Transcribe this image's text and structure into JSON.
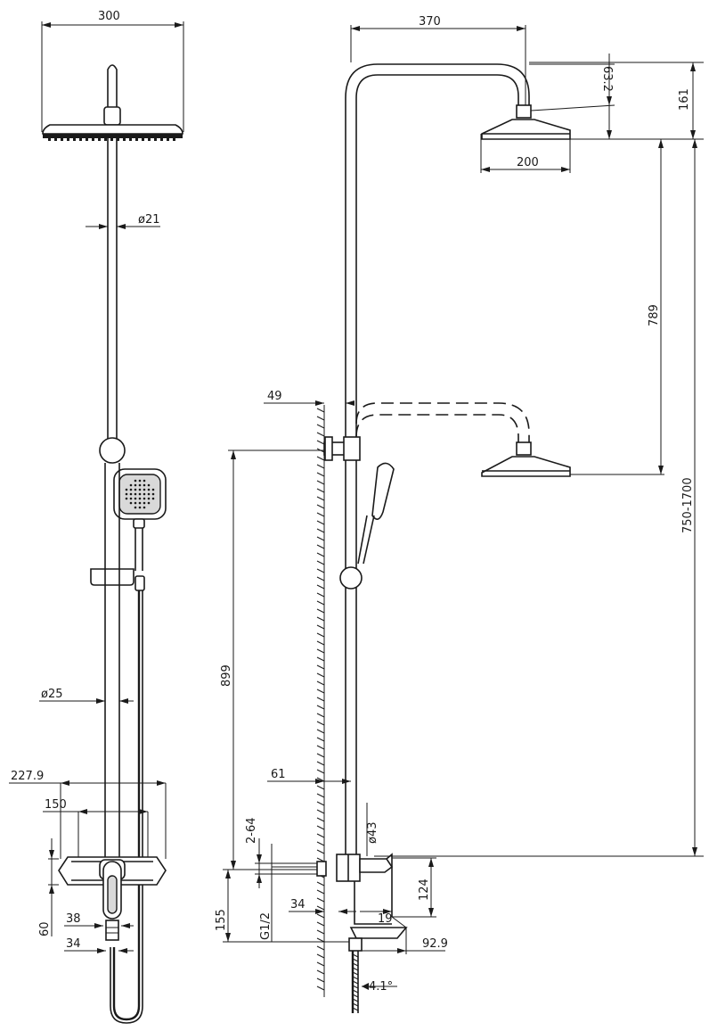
{
  "dimensions": {
    "head_width_front": "300",
    "pipe_diameter_top": "ø21",
    "pipe_diameter_main": "ø25",
    "mixer_width": "227.9",
    "mixer_inner_width": "150",
    "mixer_height": "60",
    "outlet_width_38": "38",
    "outlet_width_34": "34",
    "arm_reach": "370",
    "head_thickness": "63.2",
    "top_height": "161",
    "head_width_side": "200",
    "head_adjust": "789",
    "total_height": "750-1700",
    "wall_offset_49": "49",
    "bracket_height": "899",
    "wall_offset_61": "61",
    "mounting_holes": "2-64",
    "thread_size": "G1/2",
    "mixer_depth_34": "34",
    "inlet_height": "155",
    "nut_diameter": "ø43",
    "handle_height": "124",
    "handle_offset": "19",
    "spout_reach": "92.9",
    "hose_angle": "4.1°"
  },
  "colors": {
    "line": "#1a1a1a",
    "background": "#ffffff",
    "fill_grey": "#d9d9d9"
  }
}
